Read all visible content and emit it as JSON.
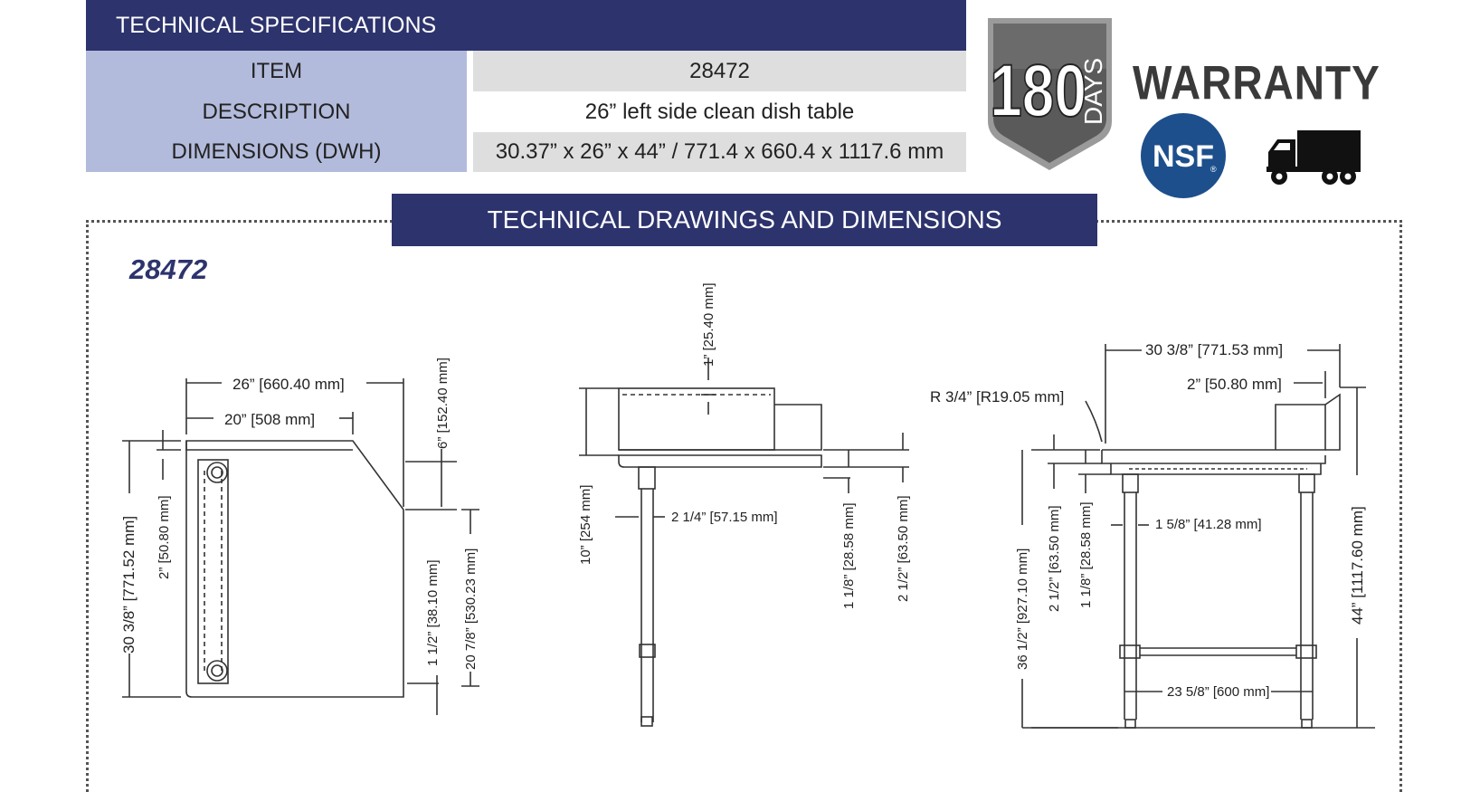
{
  "spec_table": {
    "title": "TECHNICAL SPECIFICATIONS",
    "rows": [
      {
        "label": "ITEM",
        "value": "28472"
      },
      {
        "label": "DESCRIPTION",
        "value": "26” left side clean dish table"
      },
      {
        "label": "DIMENSIONS (DWH)",
        "value": "30.37” x 26” x 44” / 771.4 x 660.4 x 1117.6 mm"
      }
    ]
  },
  "badges": {
    "days_number": "180",
    "days_word": "DAYS",
    "warranty": "WARRANTY",
    "nsf": "NSF",
    "nsf_mark": "®"
  },
  "drawings": {
    "title": "TECHNICAL DRAWINGS AND DIMENSIONS",
    "model": "28472",
    "top_view": {
      "width": "26” [660.40 mm]",
      "inner_width": "20” [508 mm]",
      "splash": "6” [152.40 mm]",
      "depth": "30 3/8” [771.52 mm]",
      "edge": "2” [50.80 mm]",
      "rim": "1 1/2” [38.10 mm]",
      "depth2": "20 7/8” [530.23 mm]"
    },
    "side_view": {
      "splash_thk": "1” [25.40 mm]",
      "splash_h": "10” [254 mm]",
      "leg_offset": "2 1/4” [57.15 mm]",
      "rim1": "1 1/8” [28.58 mm]",
      "rim2": "2 1/2” [63.50 mm]"
    },
    "front_view": {
      "width": "30 3/8” [771.53 mm]",
      "splash": "2” [50.80 mm]",
      "radius": "R 3/4” [R19.05 mm]",
      "leg": "1 5/8” [41.28 mm]",
      "height_work": "36 1/2” [927.10 mm]",
      "rim2": "2 1/2” [63.50 mm]",
      "rim1": "1 1/8” [28.58 mm]",
      "height": "44” [1117.60 mm]",
      "crossbar": "23 5/8” [600 mm]"
    }
  },
  "colors": {
    "navy": "#2d336d",
    "lavender": "#b3bbdc",
    "gray": "#dedede",
    "nsf_blue": "#1d4f8c"
  }
}
